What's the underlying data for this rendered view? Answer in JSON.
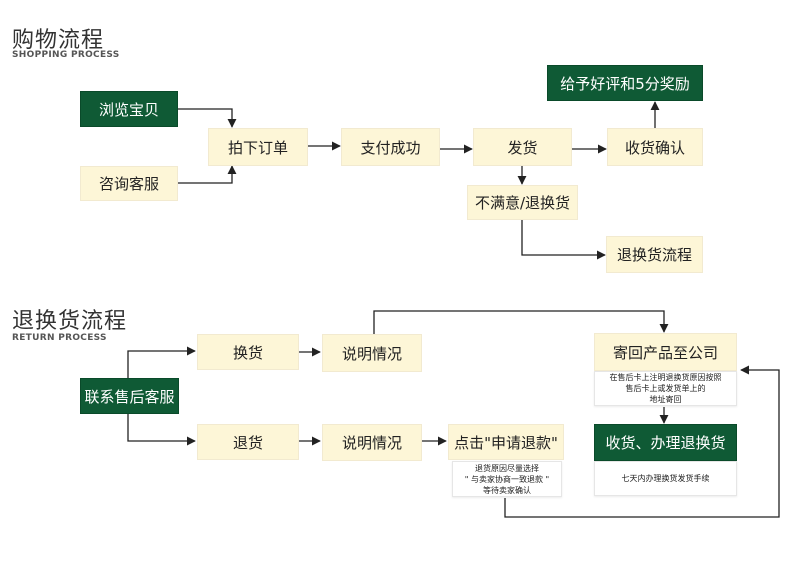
{
  "shopping": {
    "title": "购物流程",
    "subtitle": "SHOPPING PROCESS",
    "nodes": {
      "browse": "浏览宝贝",
      "consult": "咨询客服",
      "order": "拍下订单",
      "pay": "支付成功",
      "ship": "发货",
      "confirm": "收货确认",
      "review": "给予好评和5分奖励",
      "unsatisfied": "不满意/退换货",
      "return_flow": "退换货流程"
    }
  },
  "return": {
    "title": "退换货流程",
    "subtitle": "RETURN PROCESS",
    "nodes": {
      "contact": "联系售后客服",
      "exchange": "换货",
      "refund": "退货",
      "explain1": "说明情况",
      "explain2": "说明情况",
      "apply": "点击\"申请退款\"",
      "mail": "寄回产品至公司",
      "receive": "收货、办理退换货"
    },
    "notes": {
      "apply_note": [
        "退货原因尽量选择",
        "\" 与卖家协商一致退款 \"",
        "等待卖家确认"
      ],
      "mail_note": [
        "在售后卡上注明退换货原因按照",
        "售后卡上或发货单上的",
        "地址寄回"
      ],
      "receive_note": [
        "七天内办理换货发货手续"
      ]
    }
  },
  "colors": {
    "dark_box": "#0f5a35",
    "light_box": "#fdf6d7",
    "line": "#222222"
  }
}
